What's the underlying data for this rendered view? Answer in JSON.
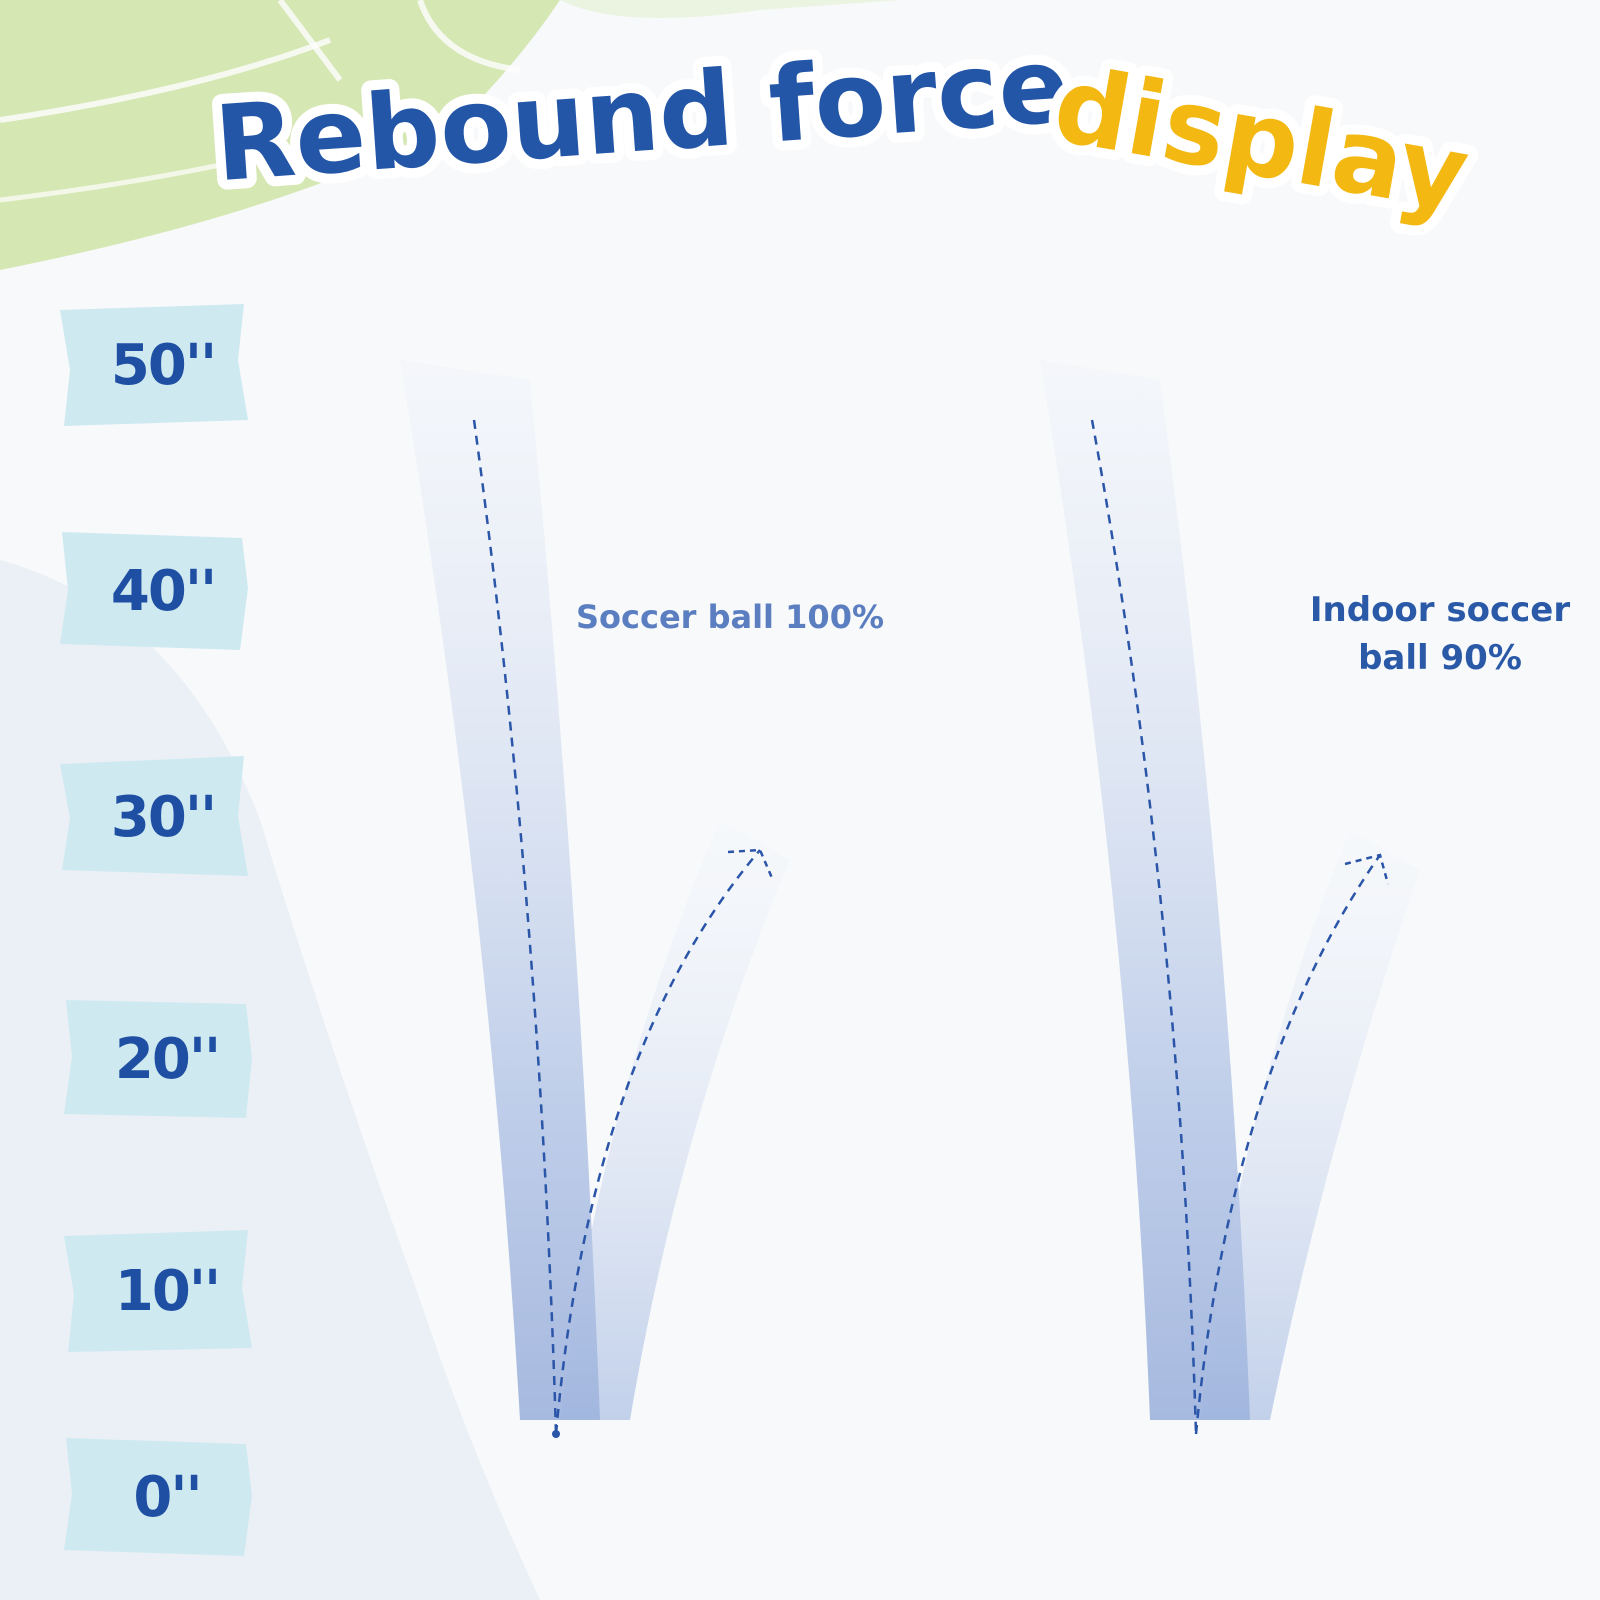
{
  "title": {
    "part1": "Rebound force",
    "part2": "display"
  },
  "height_scale": {
    "ticks": [
      "50''",
      "40''",
      "30''",
      "20''",
      "10''",
      "0''"
    ]
  },
  "balls": [
    {
      "name": "Soccer ball",
      "caption": "Soccer ball 100%"
    },
    {
      "name": "Indoor soccer ball",
      "caption_line1": "Indoor soccer",
      "caption_line2": "ball 90%"
    }
  ],
  "colors": {
    "title_blue": "#2456a8",
    "title_yellow": "#f4b813",
    "tick_text": "#1f4fa3",
    "tape": "#cfe9f1",
    "trail": "#8fa8d8",
    "ball_red": "#e0202e",
    "ball_blue": "#1f4fa8",
    "ball_yellow": "#f8dc22",
    "ball_green": "#1f9a77"
  }
}
